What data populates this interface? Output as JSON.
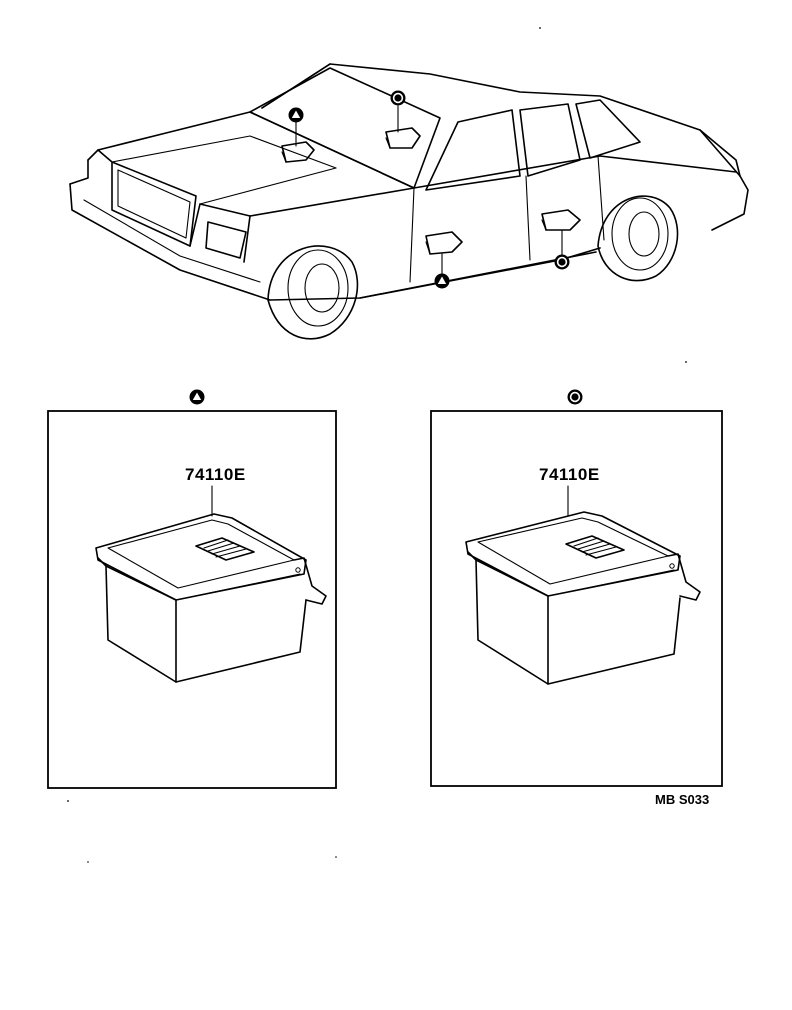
{
  "diagram": {
    "panels": [
      {
        "marker": "triangle",
        "part_number": "74110E"
      },
      {
        "marker": "dot",
        "part_number": "74110E"
      }
    ],
    "page_code": "MB S033"
  }
}
